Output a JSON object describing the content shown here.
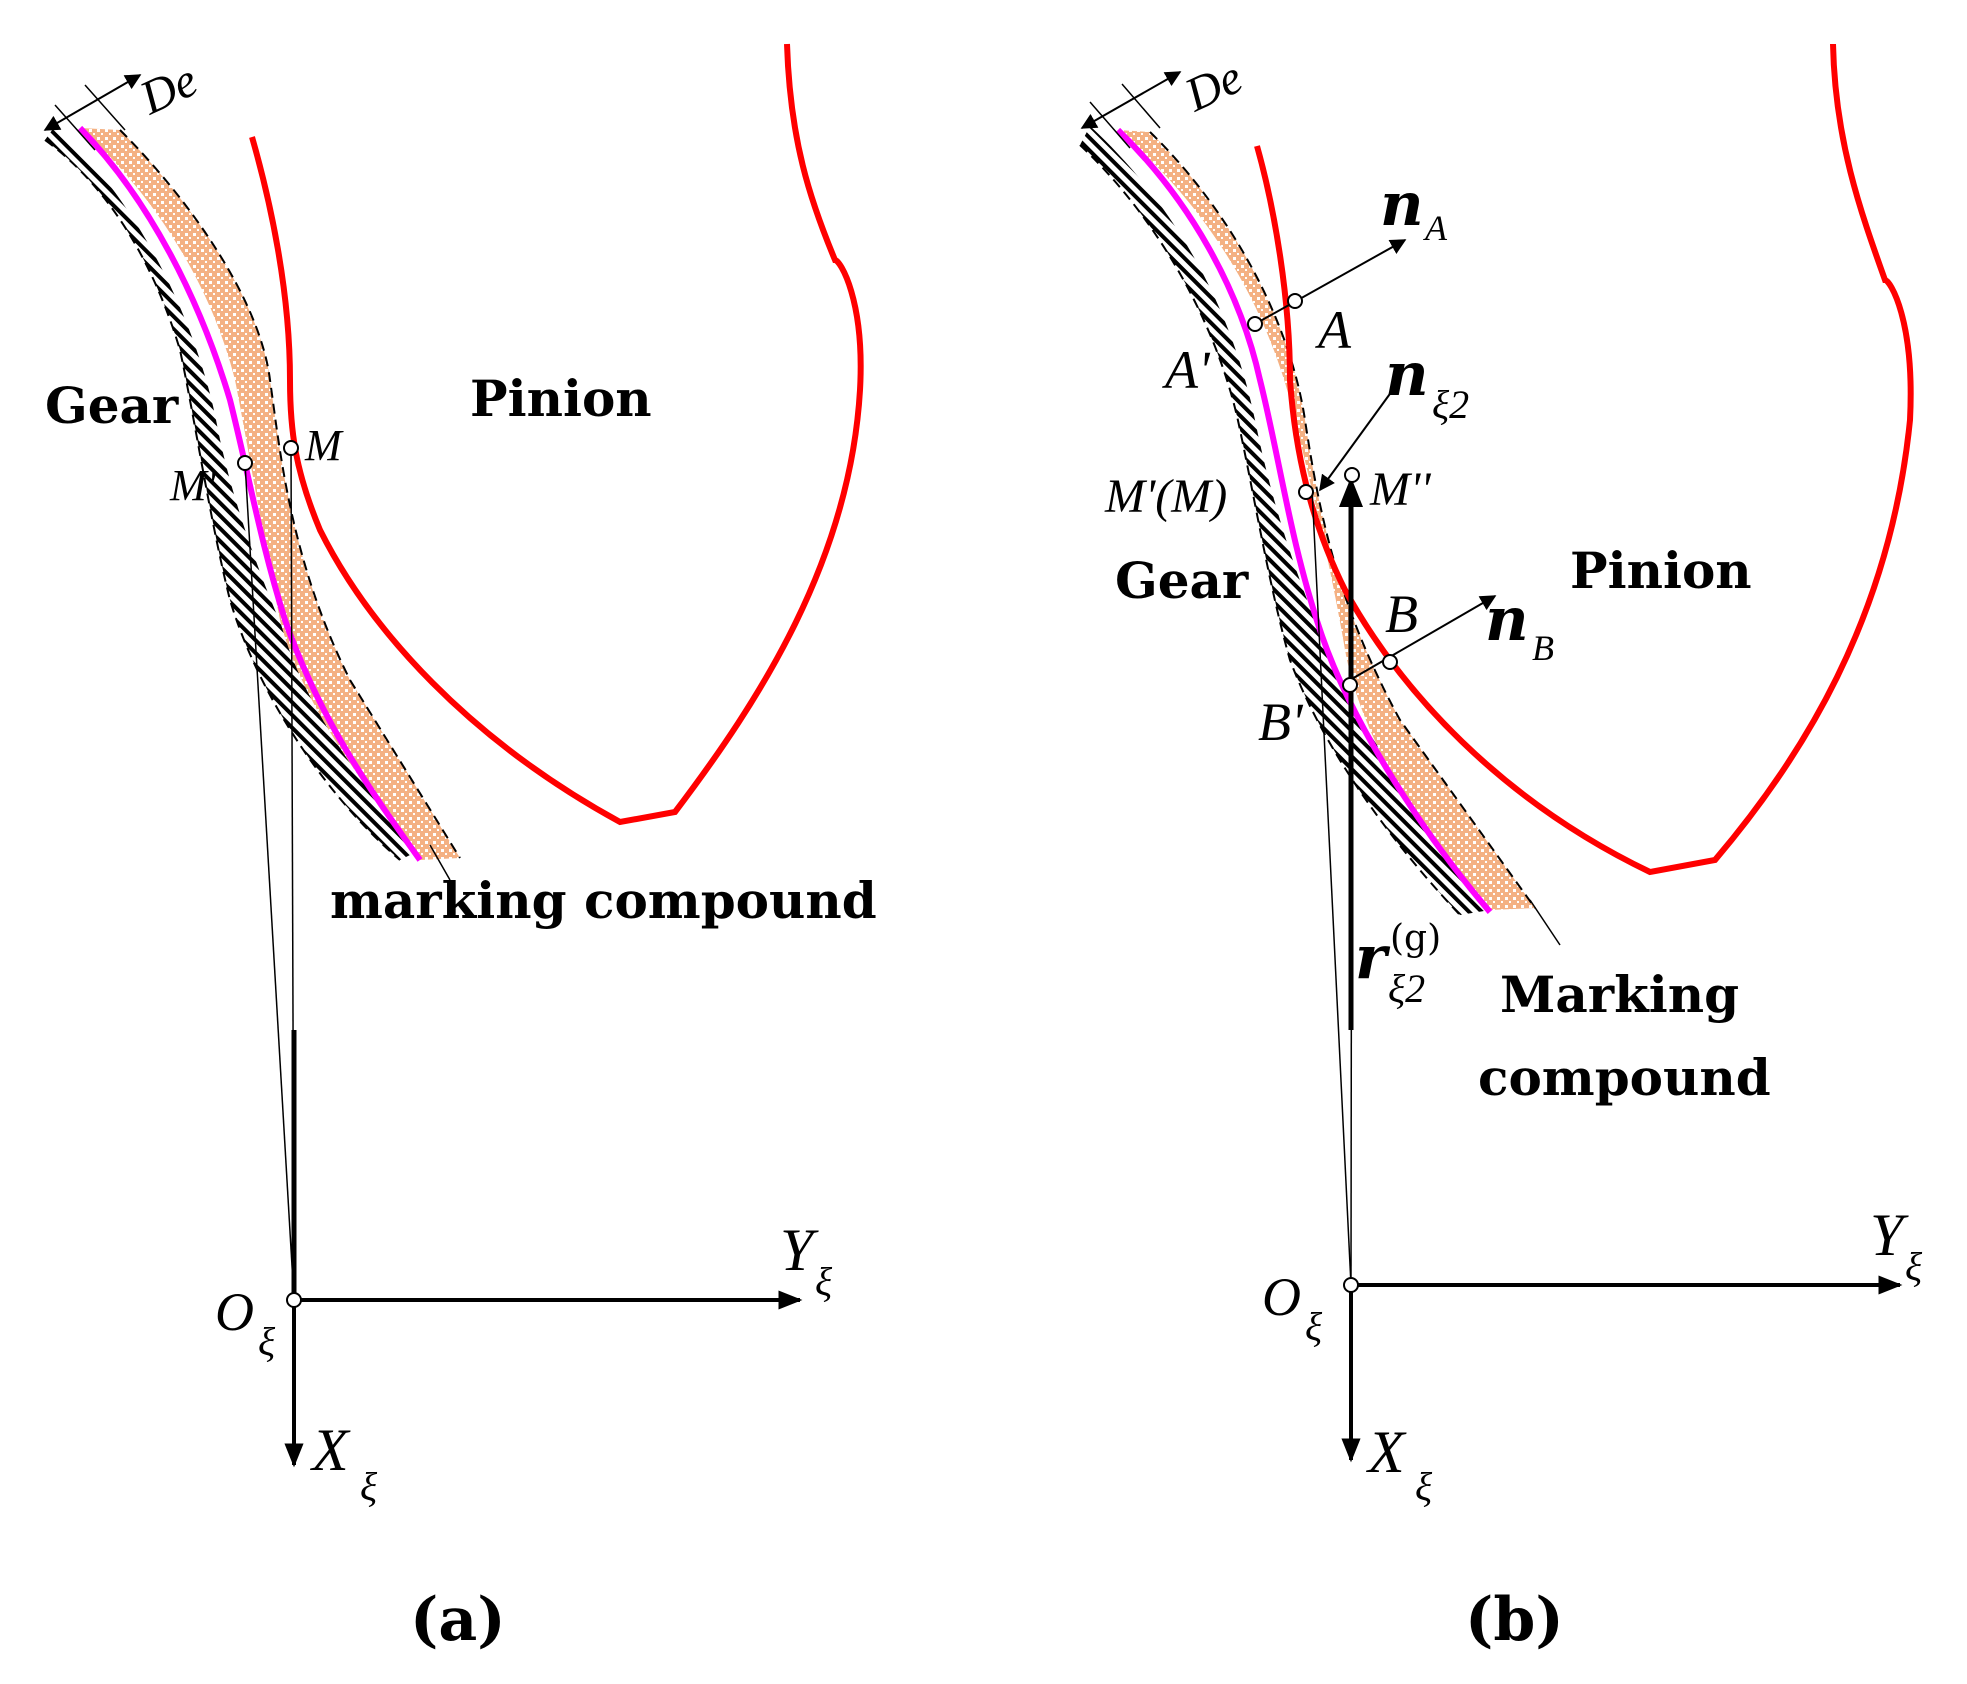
{
  "panel_a": {
    "caption": "(a)",
    "labels": {
      "gear": "Gear",
      "pinion": "Pinion",
      "compound": "marking compound",
      "point_m": "M",
      "point_m_prime": "M'",
      "thickness": "De",
      "origin": "O",
      "axis_x": "X",
      "axis_y": "Y",
      "subscript": "ξ"
    }
  },
  "panel_b": {
    "caption": "(b)",
    "labels": {
      "gear": "Gear",
      "pinion": "Pinion",
      "compound_line1": "Marking",
      "compound_line2": "compound",
      "point_a": "A",
      "point_a_prime": "A'",
      "point_b": "B",
      "point_b_prime": "B'",
      "point_m_prime_m": "M'(M)",
      "point_m_double": "M''",
      "normal_a": "n",
      "normal_a_sub": "A",
      "normal_b": "n",
      "normal_b_sub": "B",
      "normal_xi2": "n",
      "normal_xi2_sub": "ξ2",
      "position_vector": "r",
      "position_vector_sub": "ξ2",
      "position_vector_sup": "(g)",
      "thickness": "De",
      "origin": "O",
      "axis_x": "X",
      "axis_y": "Y",
      "subscript": "ξ"
    }
  },
  "colors": {
    "pinion_profile": "#ff0000",
    "gear_profile": "#ff00ff",
    "marking_compound": "#f4b183",
    "lines": "#000000"
  }
}
